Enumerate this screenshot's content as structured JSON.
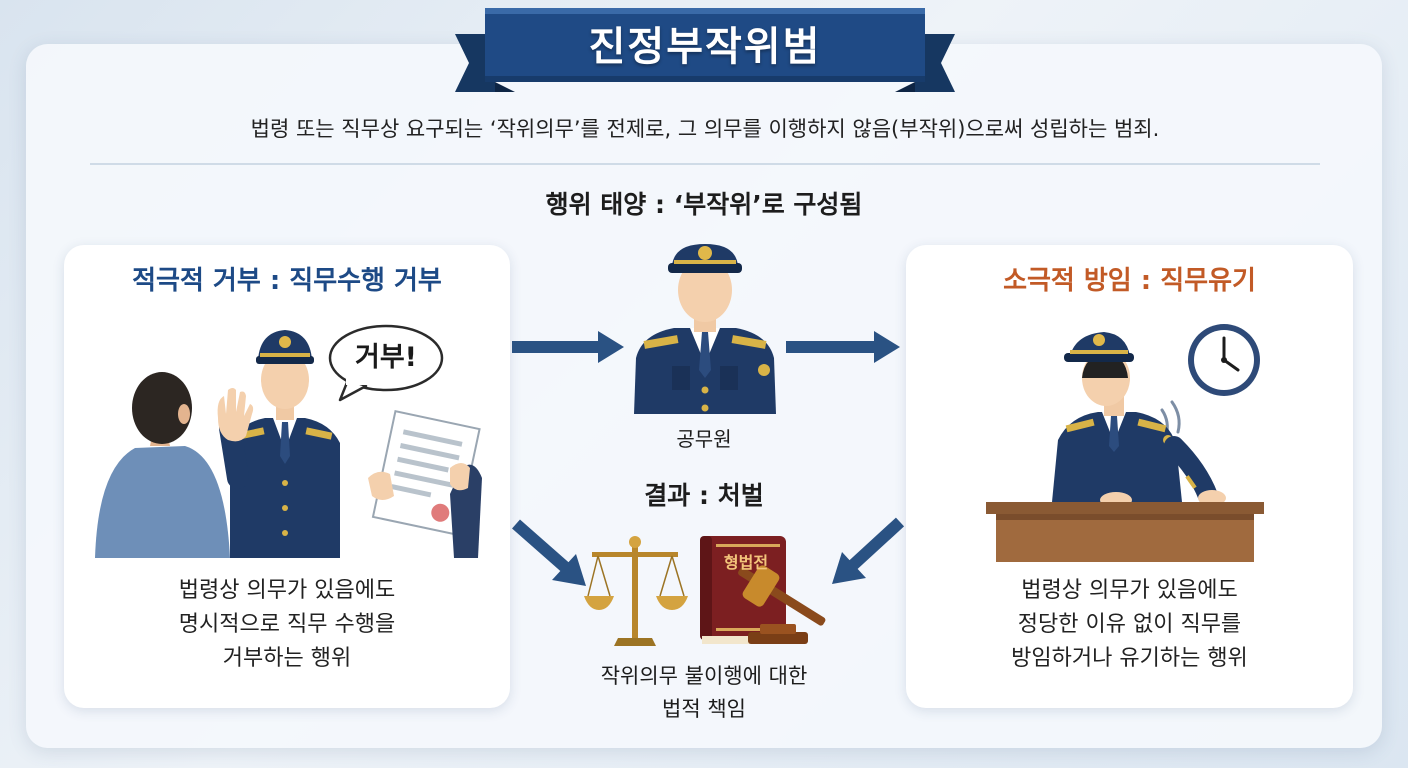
{
  "banner": {
    "title": "진정부작위범"
  },
  "definition": "법령 또는 직무상 요구되는 ‘작위의무’를 전제로, 그 의무를 이행하지 않음(부작위)으로써 성립하는 범죄.",
  "subtitle": "행위 태양 : ‘부작위’로 구성됨",
  "left_panel": {
    "heading": "적극적 거부 : 직무수행 거부",
    "speech": "거부!",
    "description_lines": [
      "법령상 의무가 있음에도",
      "명시적으로 직무 수행을",
      "거부하는 행위"
    ]
  },
  "center": {
    "official_label": "공무원",
    "result_title": "결과 : 처벌",
    "book_label": "형법전",
    "result_lines": [
      "작위의무 불이행에 대한",
      "법적 책임"
    ]
  },
  "right_panel": {
    "heading": "소극적 방임 : 직무유기",
    "description_lines": [
      "법령상 의무가 있음에도",
      "정당한 이유 없이 직무를",
      "방임하거나 유기하는 행위"
    ]
  },
  "colors": {
    "navy": "#1f3a66",
    "banner": "#1f4a85",
    "left_heading": "#1d4a86",
    "right_heading": "#c25a26",
    "arrow": "#2a5283"
  }
}
